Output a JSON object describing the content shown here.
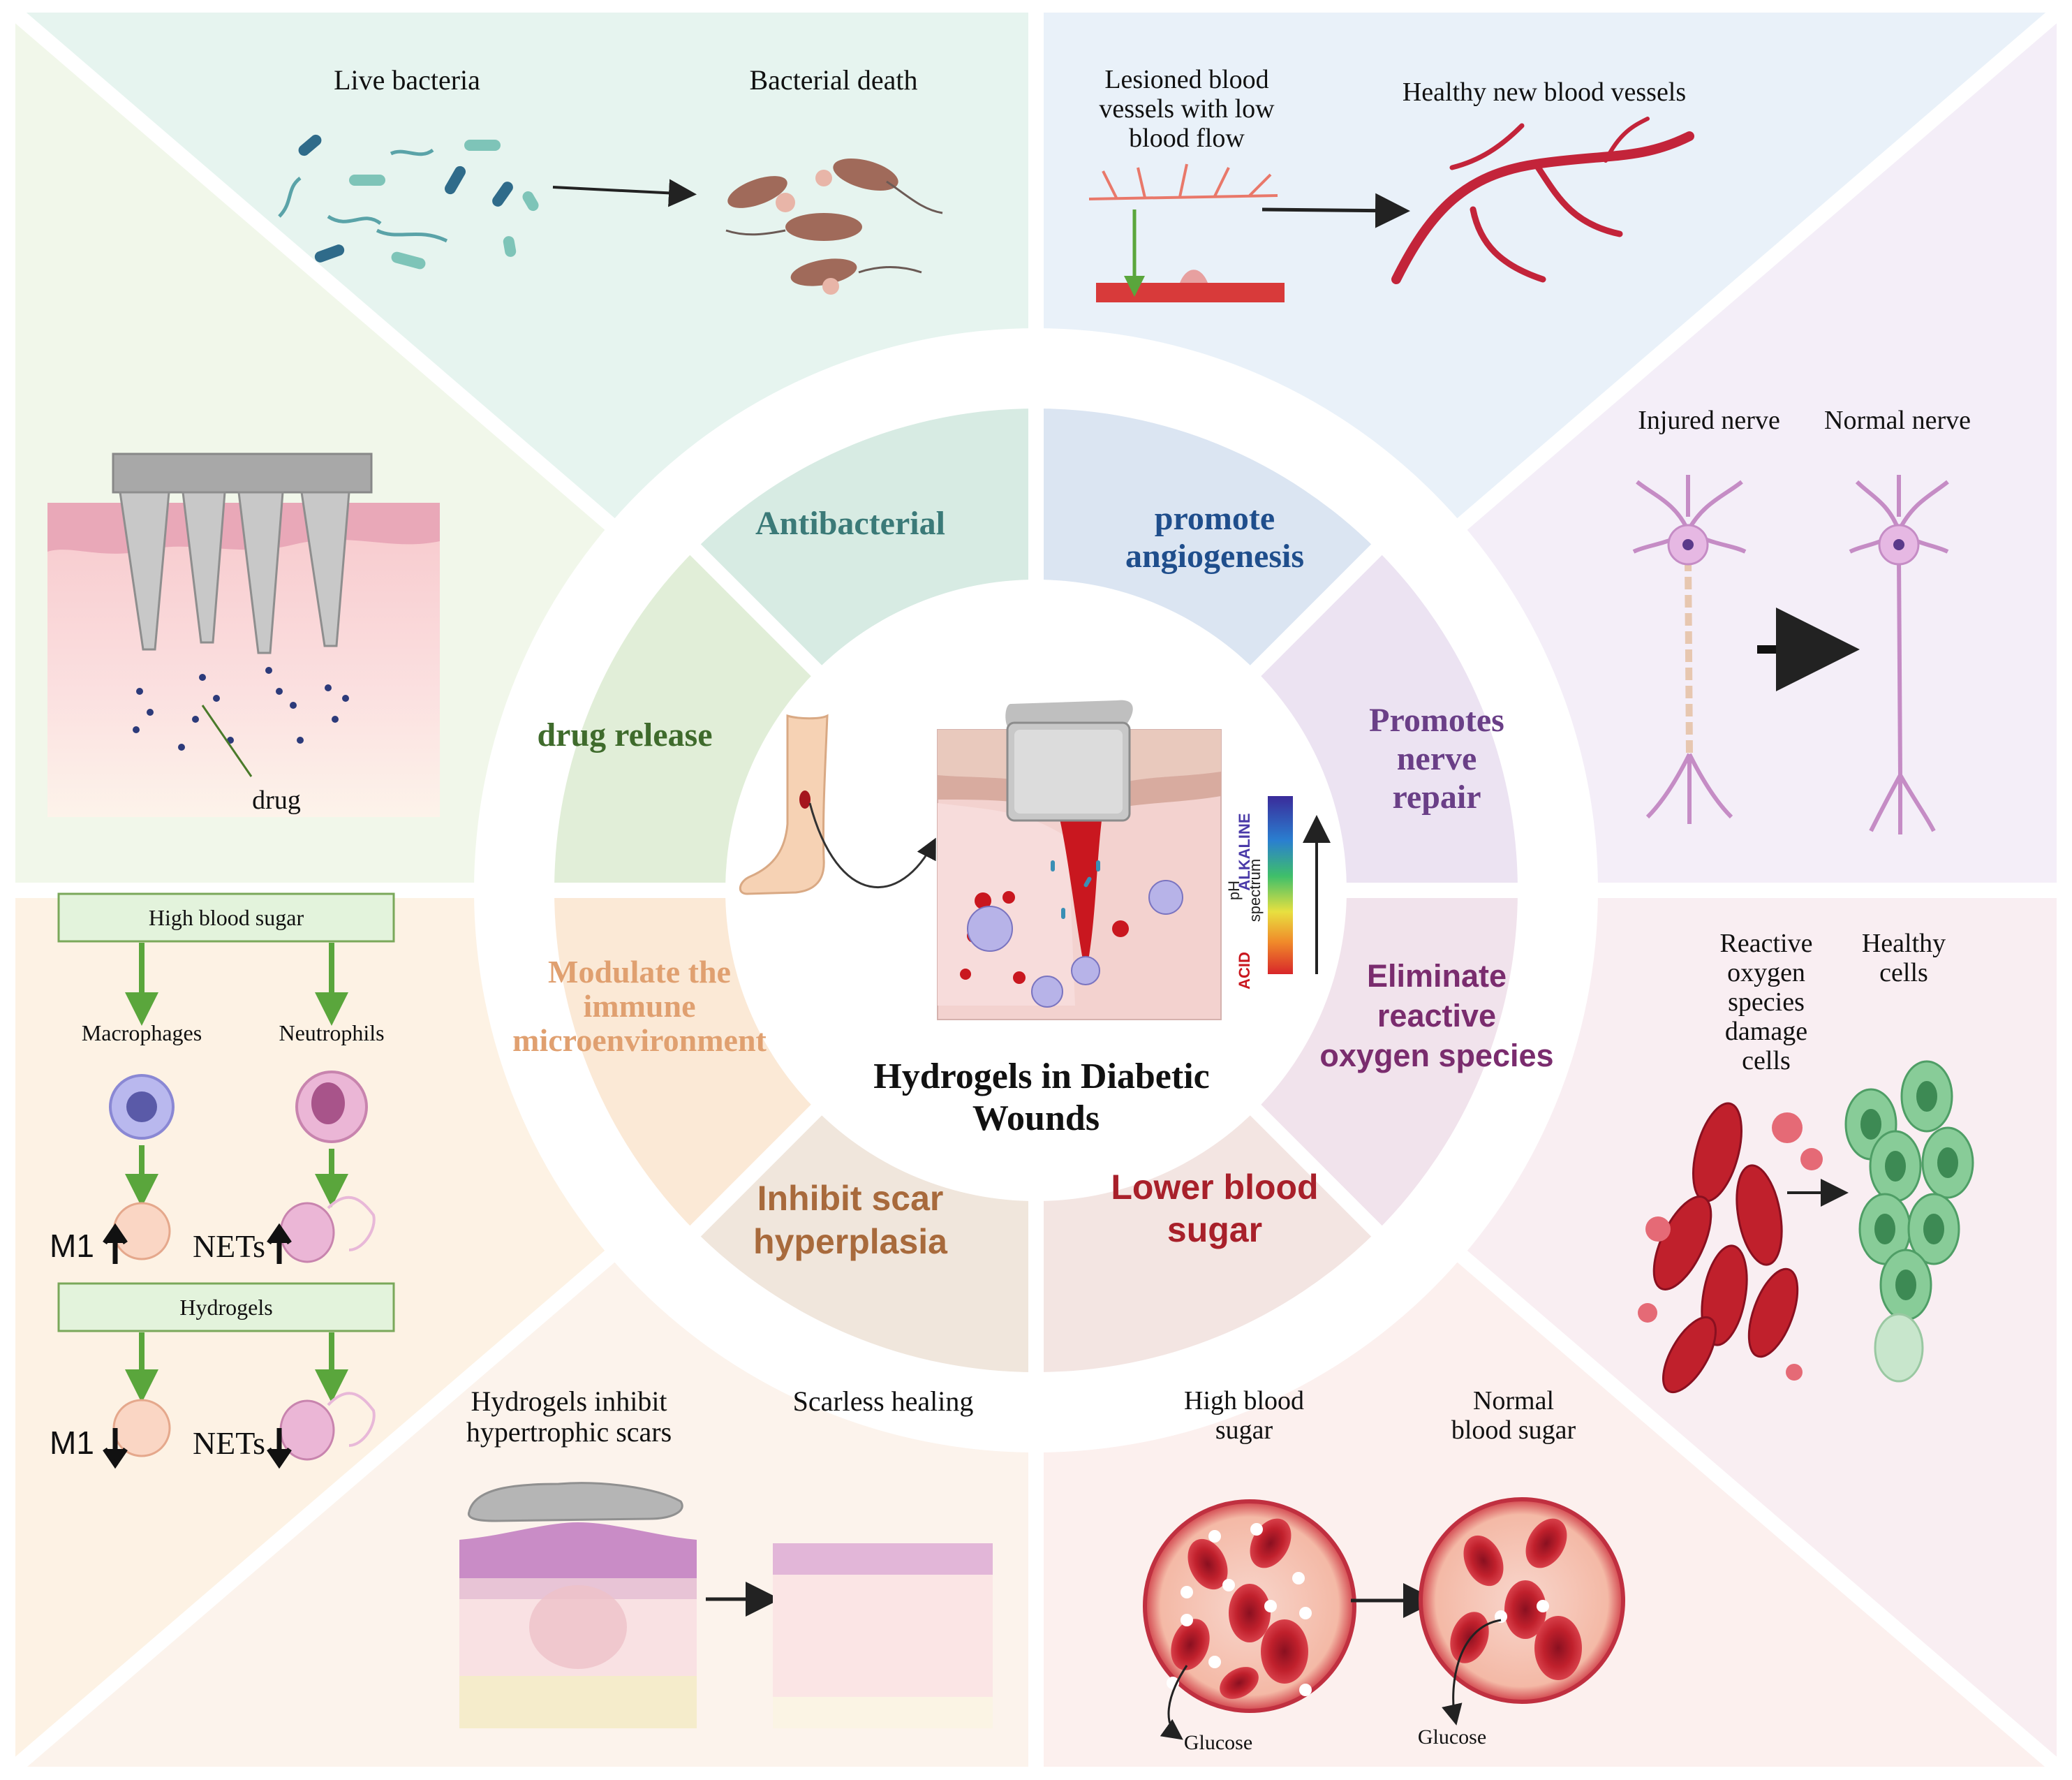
{
  "title": {
    "line1": "Hydrogels in Diabetic",
    "line2": "Wounds"
  },
  "sectors": {
    "antibacterial": "Antibacterial",
    "angiogenesis": {
      "line1": "promote",
      "line2": "angiogenesis"
    },
    "nerve": {
      "line1": "Promotes",
      "line2": "nerve",
      "line3": "repair"
    },
    "ros": {
      "line1": "Eliminate",
      "line2": "reactive",
      "line3": "oxygen species"
    },
    "blood_sugar": {
      "line1": "Lower blood",
      "line2": "sugar"
    },
    "scar": {
      "line1": "Inhibit scar",
      "line2": "hyperplasia"
    },
    "immune": {
      "line1": "Modulate the",
      "line2": "immune",
      "line3": "microenvironment"
    },
    "drug": "drug release"
  },
  "panels": {
    "bacteria": {
      "live": "Live bacteria",
      "death": "Bacterial death"
    },
    "vessels": {
      "lesioned": {
        "line1": "Lesioned blood",
        "line2": "vessels with low",
        "line3": "blood flow"
      },
      "healthy": "Healthy new blood vessels"
    },
    "nerves": {
      "injured": "Injured nerve",
      "normal": "Normal nerve"
    },
    "drug_label": "drug",
    "immune": {
      "high_sugar": "High blood sugar",
      "macrophages": "Macrophages",
      "neutrophils": "Neutrophils",
      "m1": "M1",
      "nets": "NETs",
      "hydrogels": "Hydrogels"
    },
    "ros": {
      "reactive": {
        "line1": "Reactive",
        "line2": "oxygen",
        "line3": "species",
        "line4": "damage",
        "line5": "cells"
      },
      "healthy": {
        "line1": "Healthy",
        "line2": "cells"
      }
    },
    "scar": {
      "inhibit": {
        "line1": "Hydrogels inhibit",
        "line2": "hypertrophic scars"
      },
      "scarless": "Scarless healing"
    },
    "sugar": {
      "high": {
        "line1": "High blood",
        "line2": "sugar"
      },
      "normal": {
        "line1": "Normal",
        "line2": "blood sugar"
      },
      "glucose": "Glucose"
    }
  },
  "ph": {
    "alkaline": "ALKALINE",
    "label_ph": "pH",
    "label_spectrum": "spectrum",
    "acid": "ACID"
  },
  "colors": {
    "antibacterial": "#3b7a78",
    "angiogenesis": "#1f4e8c",
    "nerve": "#6a3f87",
    "ros": "#7a2c6e",
    "blood_sugar": "#a8202a",
    "scar": "#a86a3c",
    "immune": "#e0a070",
    "drug": "#3f6b2c",
    "arrow_green": "#5aa63c"
  }
}
